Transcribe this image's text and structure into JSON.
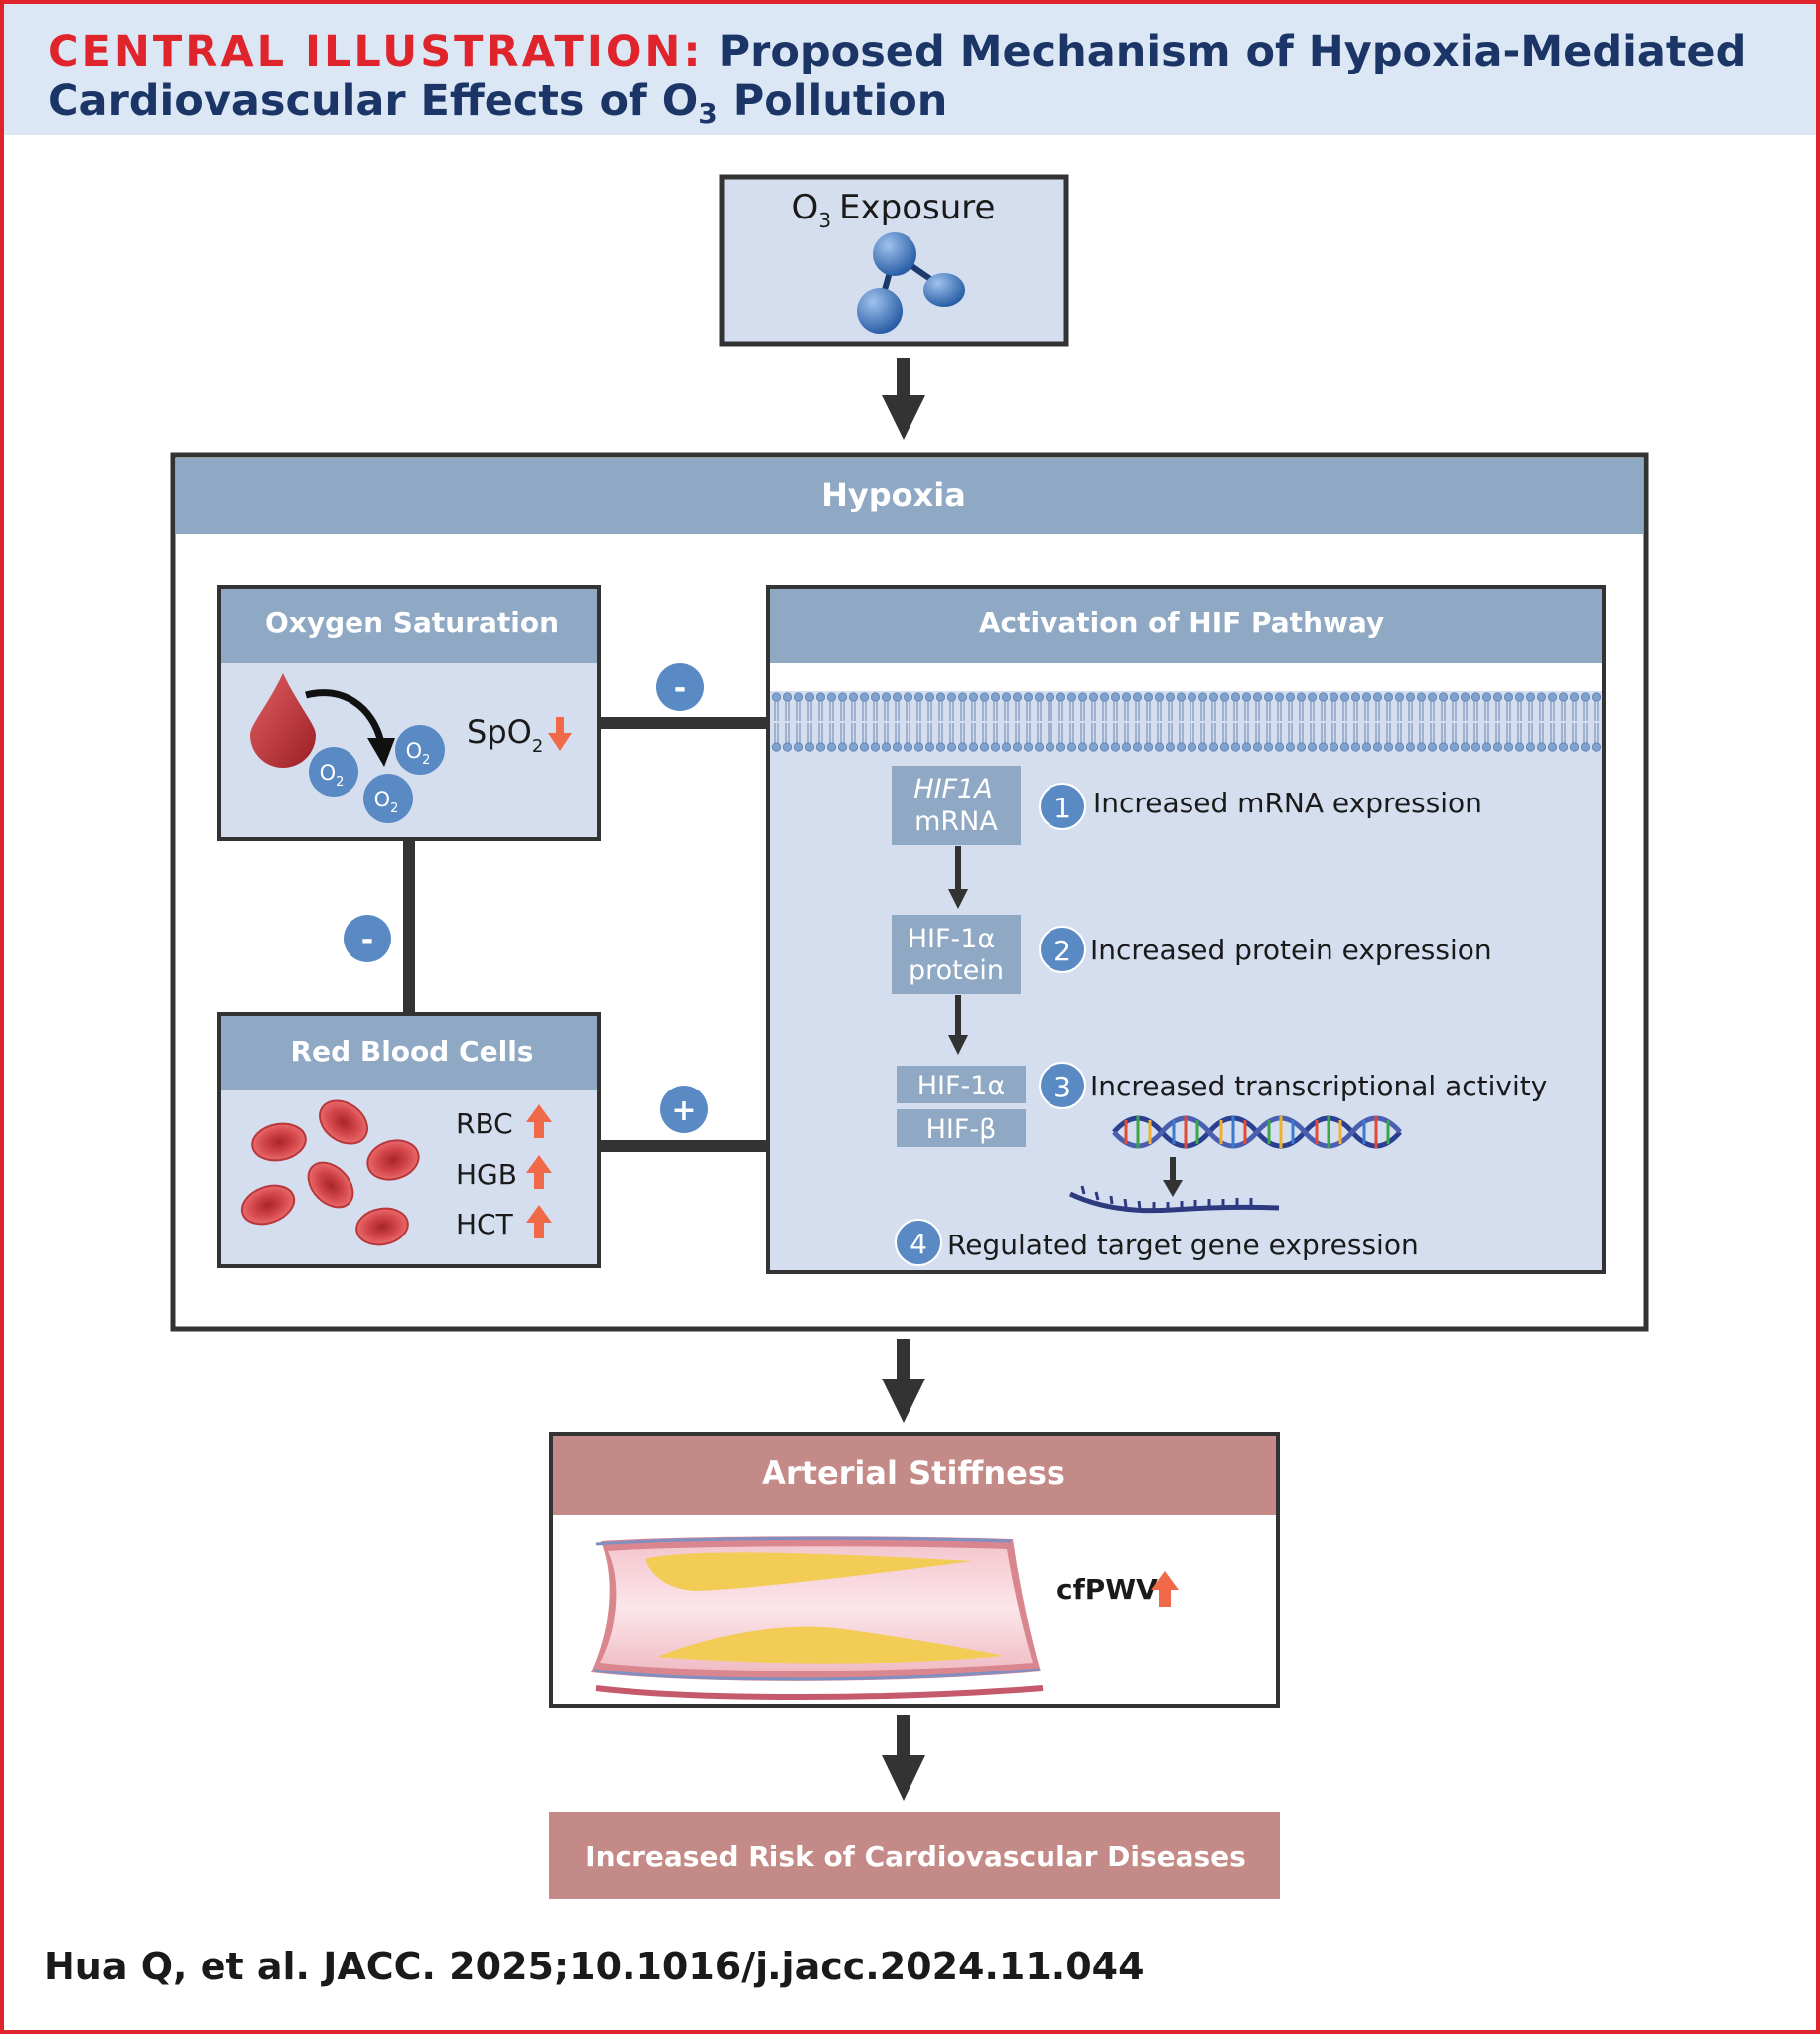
{
  "header": {
    "label": "CENTRAL ILLUSTRATION:",
    "title_a": "Proposed Mechanism of Hypoxia-Mediated",
    "title_b_pre": "Cardiovascular Effects of O",
    "title_b_sub": "3",
    "title_b_post": "Pollution"
  },
  "exposure": {
    "label_o": "O",
    "label_sub": "3",
    "label_rest": "Exposure"
  },
  "hypoxia": {
    "title": "Hypoxia"
  },
  "oxygen_saturation": {
    "title": "Oxygen Saturation",
    "spo2": "SpO",
    "spo2_sub": "2",
    "o2_main": "O",
    "o2_sub": "2"
  },
  "connectors": {
    "minus": "-",
    "plus": "+"
  },
  "red_blood_cells": {
    "title": "Red Blood Cells",
    "markers": [
      "RBC",
      "HGB",
      "HCT"
    ]
  },
  "hif": {
    "title": "Activation of HIF Pathway",
    "mrna_line1": "HIF1A",
    "mrna_line2": "mRNA",
    "protein_line1": "HIF-1α",
    "protein_line2": "protein",
    "alpha": "HIF-1α",
    "beta": "HIF-β",
    "steps": [
      {
        "num": "1",
        "text": "Increased mRNA expression"
      },
      {
        "num": "2",
        "text": "Increased protein expression"
      },
      {
        "num": "3",
        "text": "Increased transcriptional activity"
      },
      {
        "num": "4",
        "text": "Regulated target gene expression"
      }
    ]
  },
  "arterial": {
    "title": "Arterial Stiffness",
    "measure": "cfPWV"
  },
  "outcome": {
    "text": "Increased Risk of Cardiovascular Diseases"
  },
  "citation": "Hua Q, et al. JACC. 2025;10.1016/j.jacc.2024.11.044",
  "colors": {
    "header_red": "#e0242c",
    "header_navy": "#1b3566",
    "header_bg": "#dce7f5",
    "panel_bar": "#8fa8c4",
    "panel_fill": "#d5deef",
    "circle": "#5a8ac4",
    "arrow_up": "#f06a4a",
    "artery_bar": "#c38a87",
    "outline": "#3a3a3a"
  }
}
